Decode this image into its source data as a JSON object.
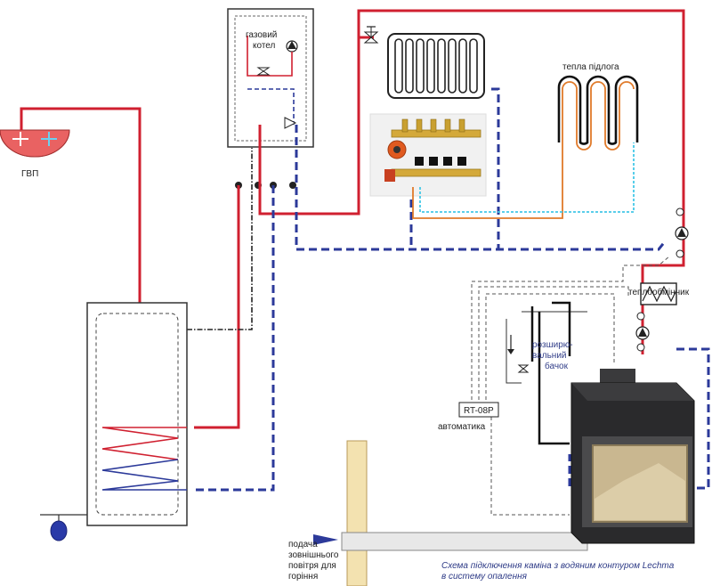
{
  "labels": {
    "hot_water": "ГВП",
    "gas_boiler_line1": "газовий",
    "gas_boiler_line2": "котел",
    "floor_heating": "тепла підлога",
    "heat_exchanger": "теплообмінник",
    "expansion_tank_line1": "розширю-",
    "expansion_tank_line2": "вальний",
    "expansion_tank_line3": "бачок",
    "controller_box": "RT-08P",
    "automation": "автоматика",
    "air_supply_line1": "подача",
    "air_supply_line2": "зовнішнього",
    "air_supply_line3": "повітря для",
    "air_supply_line4": "горіння",
    "caption_line1": "Схема підключення каміна з водяним контуром Lechma",
    "caption_line2": "в систему опалення"
  },
  "colors": {
    "supply_line": "#d02030",
    "return_line": "#2c3a9a",
    "floor_supply": "#e07a2a",
    "floor_return": "#44c8e8",
    "fireplace_body": "#2a2a2c",
    "wall": "#f3e2b0"
  }
}
